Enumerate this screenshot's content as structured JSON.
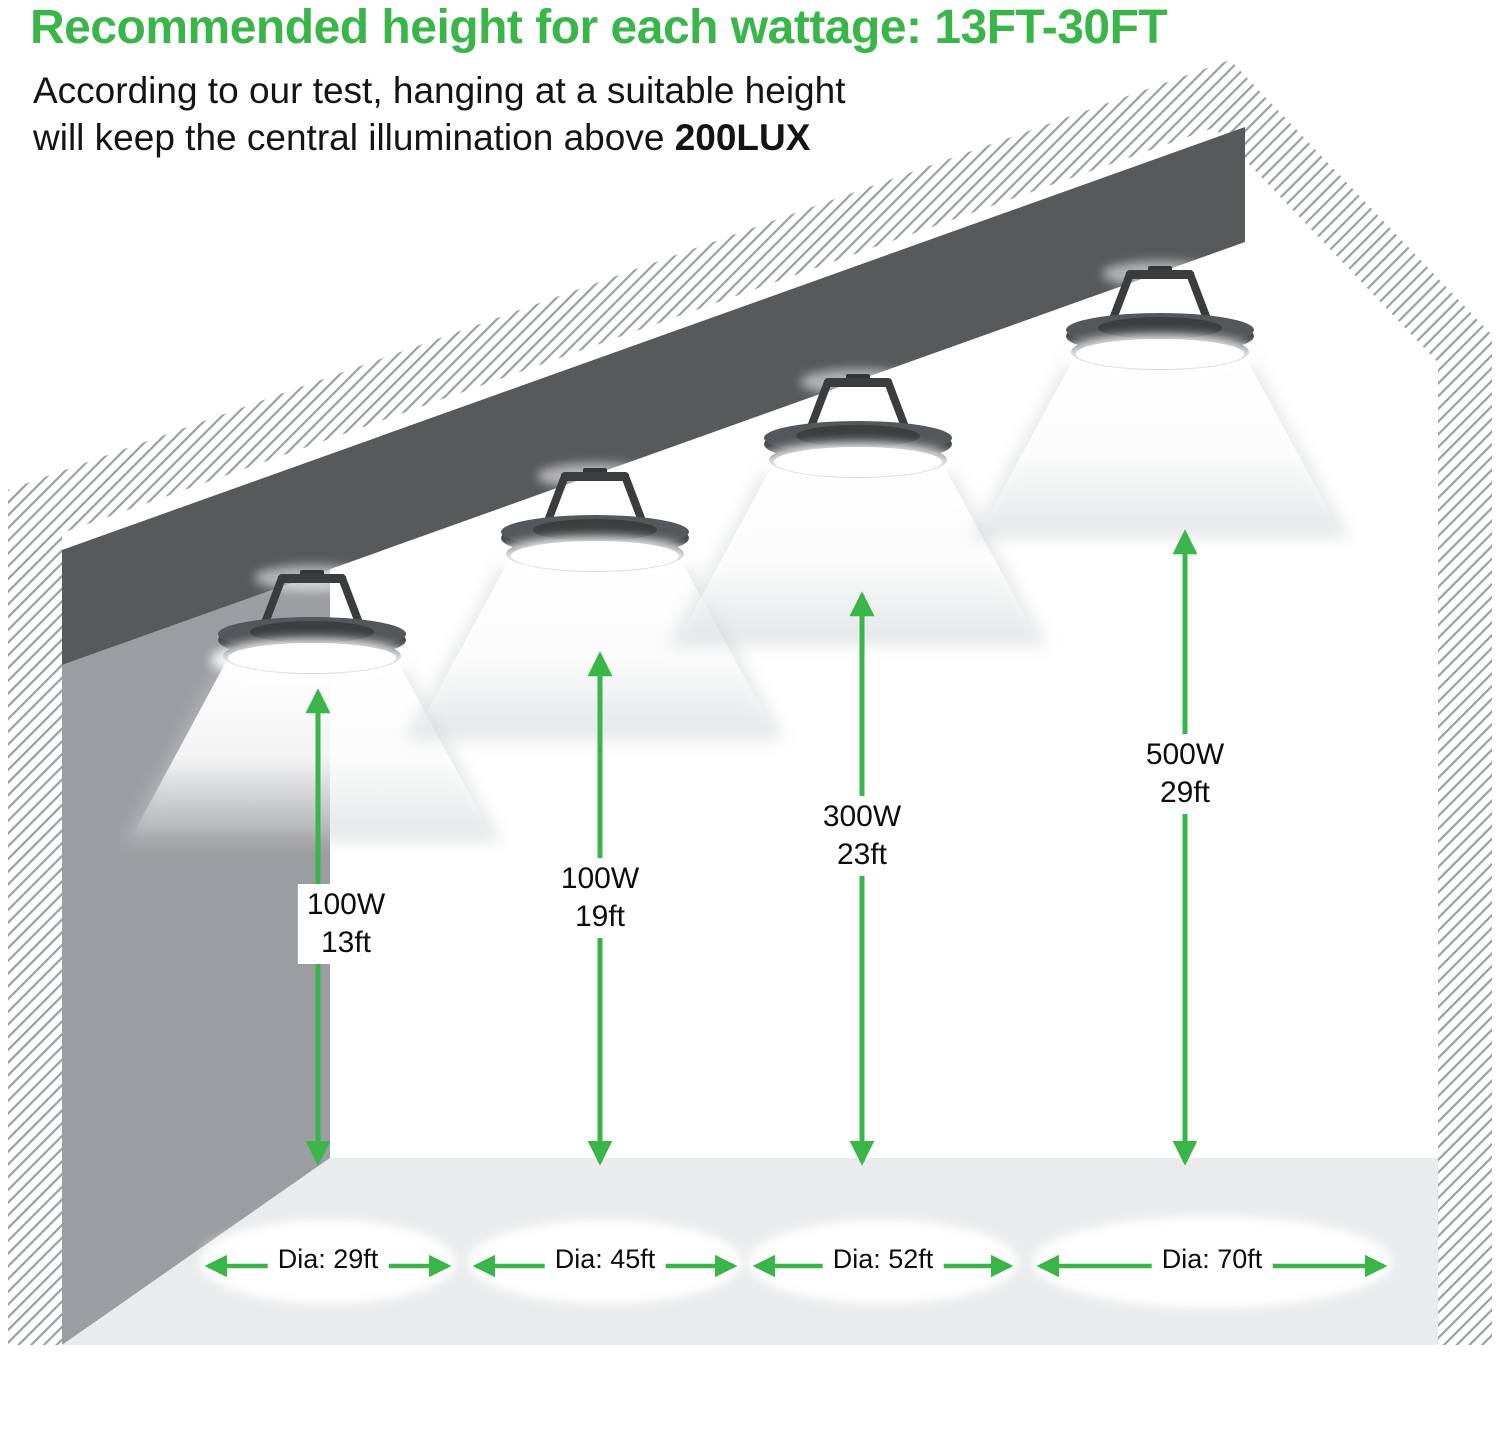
{
  "header": {
    "title": "Recommended height for each wattage: 13FT-30FT",
    "subtitle_line1": "According to our test, hanging at a suitable height",
    "subtitle_line2_regular": "will keep the central illumination above ",
    "subtitle_line2_bold": "200LUX"
  },
  "colors": {
    "accent": "#3ab54a",
    "roof_slab": "#58595b",
    "wall": "#9c9da0",
    "floor": "#eaebec",
    "hatch": "#9aa0a4"
  },
  "diagram": {
    "lights": [
      {
        "wattage": "100W",
        "height": "13ft",
        "diameter_label": "Dia: 29ft"
      },
      {
        "wattage": "100W",
        "height": "19ft",
        "diameter_label": "Dia: 45ft"
      },
      {
        "wattage": "300W",
        "height": "23ft",
        "diameter_label": "Dia: 52ft"
      },
      {
        "wattage": "500W",
        "height": "29ft",
        "diameter_label": "Dia: 70ft"
      }
    ]
  }
}
